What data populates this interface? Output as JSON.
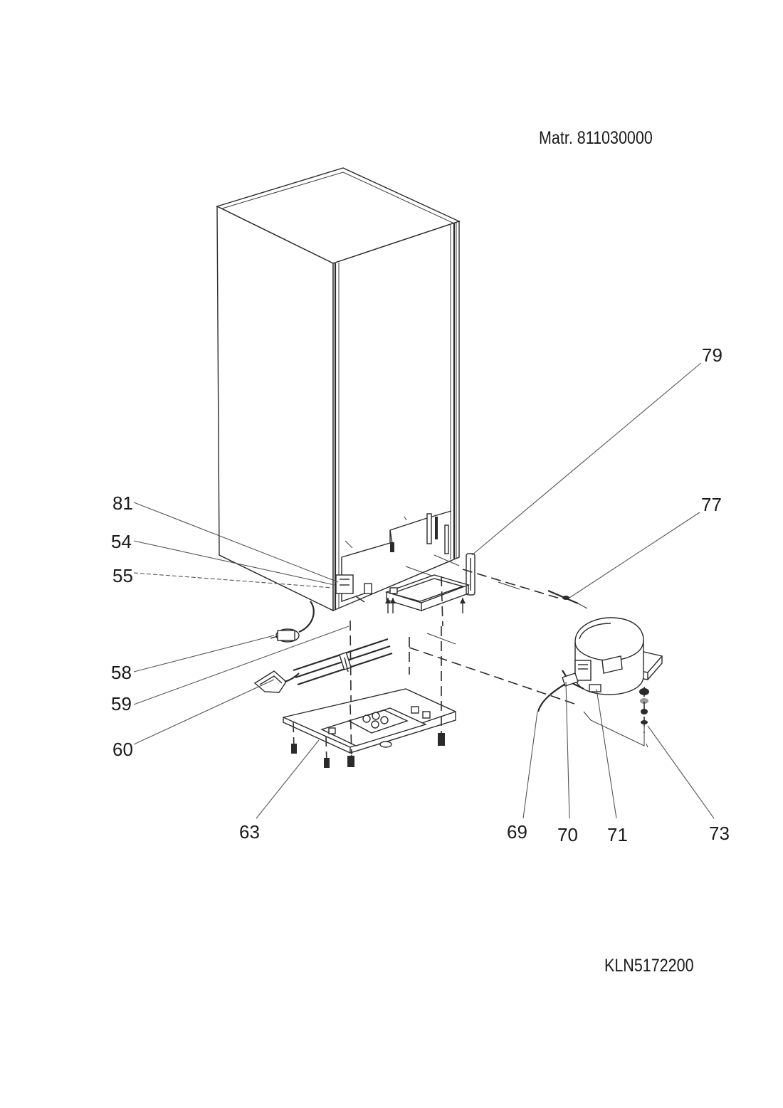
{
  "header": {
    "material_number": "Matr. 811030000"
  },
  "footer": {
    "model_code": "KLN5172200"
  },
  "callouts": [
    {
      "id": "81",
      "label": "81"
    },
    {
      "id": "54",
      "label": "54"
    },
    {
      "id": "55",
      "label": "55"
    },
    {
      "id": "58",
      "label": "58"
    },
    {
      "id": "59",
      "label": "59"
    },
    {
      "id": "60",
      "label": "60"
    },
    {
      "id": "63",
      "label": "63"
    },
    {
      "id": "69",
      "label": "69"
    },
    {
      "id": "70",
      "label": "70"
    },
    {
      "id": "71",
      "label": "71"
    },
    {
      "id": "73",
      "label": "73"
    },
    {
      "id": "77",
      "label": "77"
    },
    {
      "id": "79",
      "label": "79"
    }
  ]
}
